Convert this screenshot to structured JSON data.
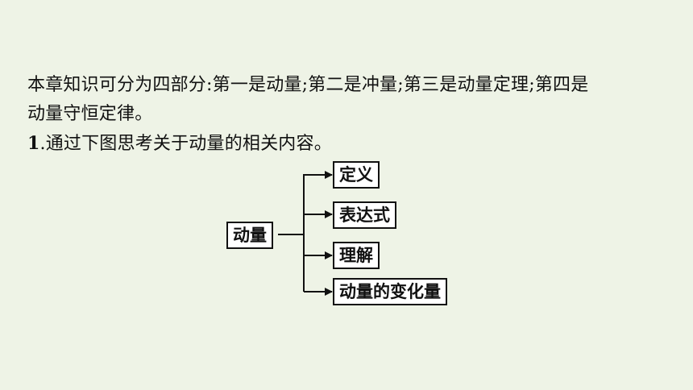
{
  "intro": {
    "line1": "本章知识可分为四部分:第一是动量;第二是冲量;第三是动量定理;第四是",
    "line2": "动量守恒定律。"
  },
  "question": {
    "number": "1",
    "text": ".通过下图思考关于动量的相关内容。"
  },
  "diagram": {
    "root": "动量",
    "branches": [
      "定义",
      "表达式",
      "理解",
      "动量的变化量"
    ]
  }
}
